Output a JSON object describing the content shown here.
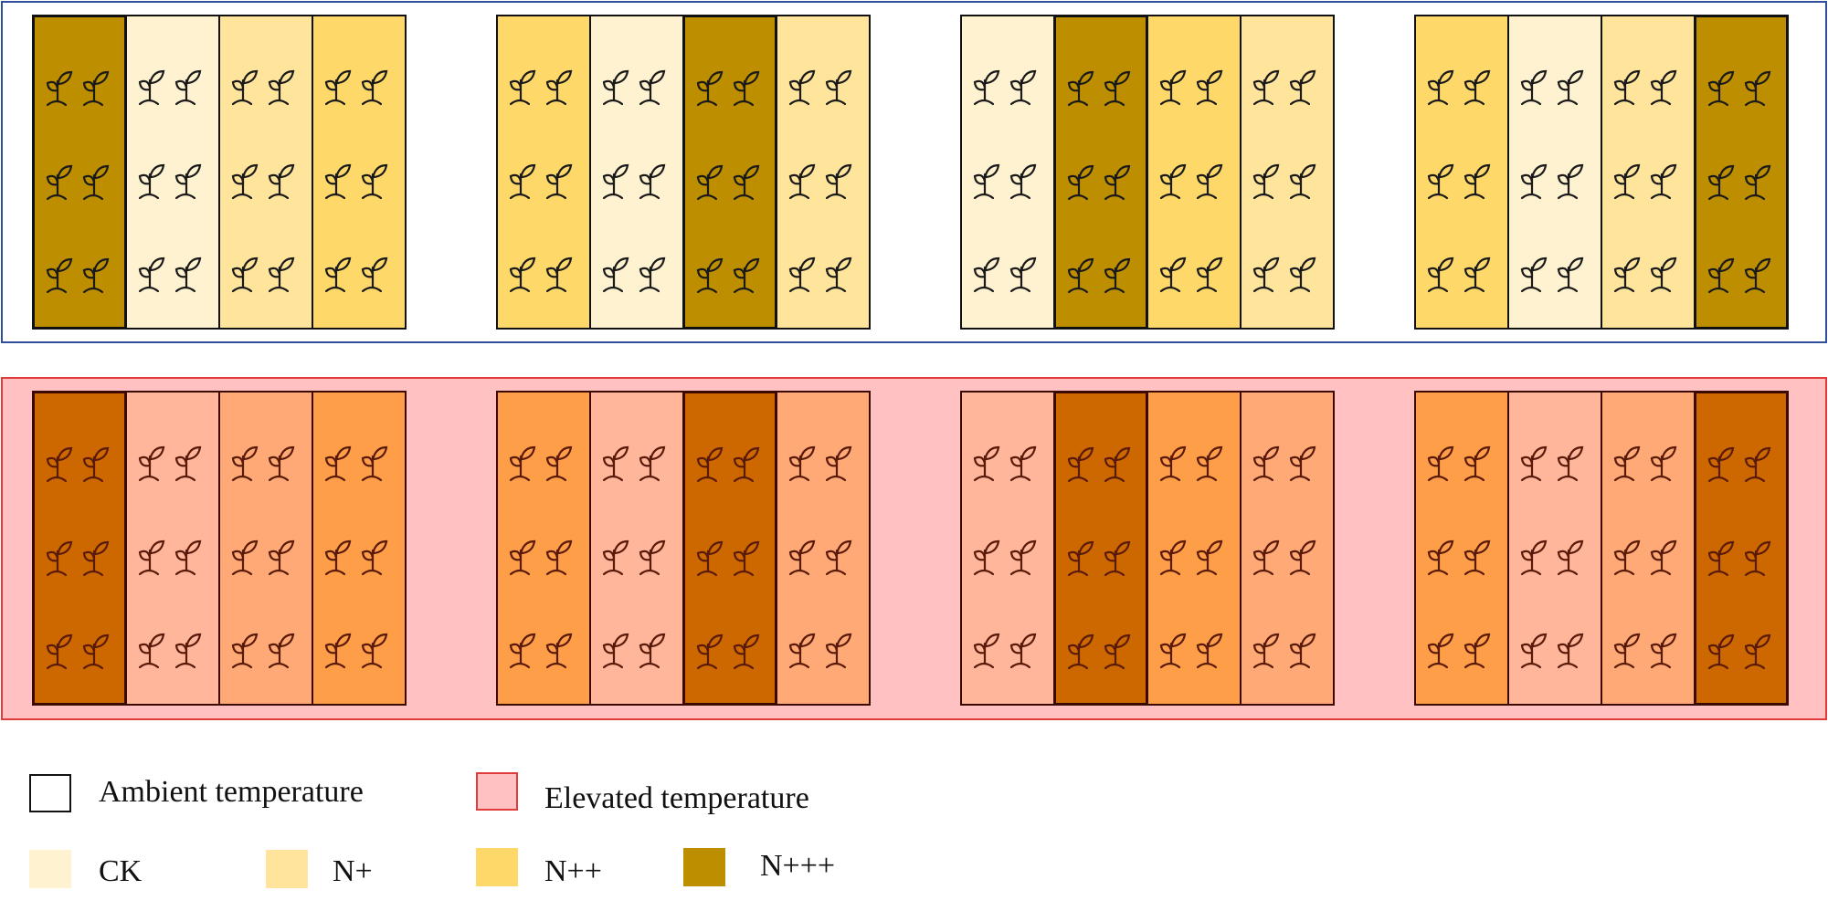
{
  "regions": [
    {
      "id": "ambient",
      "legend_label": "Ambient temperature",
      "colors": {
        "CK": "#fff2d0",
        "N+": "#ffe49c",
        "N++": "#fed96a",
        "N+++": "#bd8f00"
      },
      "blocks": [
        [
          "N+++",
          "CK",
          "N+",
          "N++"
        ],
        [
          "N++",
          "CK",
          "N+++",
          "N+"
        ],
        [
          "CK",
          "N+++",
          "N++",
          "N+"
        ],
        [
          "N++",
          "CK",
          "N+",
          "N+++"
        ]
      ]
    },
    {
      "id": "elevated",
      "legend_label": "Elevated temperature",
      "colors": {
        "CK": "#ffb69a",
        "N+": "#ffaa76",
        "N++": "#ff9e49",
        "N+++": "#cd6800"
      },
      "blocks": [
        [
          "N+++",
          "CK",
          "N+",
          "N++"
        ],
        [
          "N++",
          "CK",
          "N+++",
          "N+"
        ],
        [
          "CK",
          "N+++",
          "N++",
          "N+"
        ],
        [
          "N++",
          "CK",
          "N+",
          "N+++"
        ]
      ]
    }
  ],
  "legend": {
    "temperature": [
      {
        "label": "Ambient temperature",
        "fill": "#ffffff",
        "border": "#111111"
      },
      {
        "label": "Elevated temperature",
        "fill": "#ffc1c1",
        "border": "#e03c3c"
      }
    ],
    "nitrogen": [
      {
        "label": "CK",
        "fill": "#fff2d0"
      },
      {
        "label": "N+",
        "fill": "#ffe49c"
      },
      {
        "label": "N++",
        "fill": "#fed96a"
      },
      {
        "label": "N+++",
        "fill": "#bd8f00"
      }
    ]
  },
  "plant_icon": "seedling-icon"
}
